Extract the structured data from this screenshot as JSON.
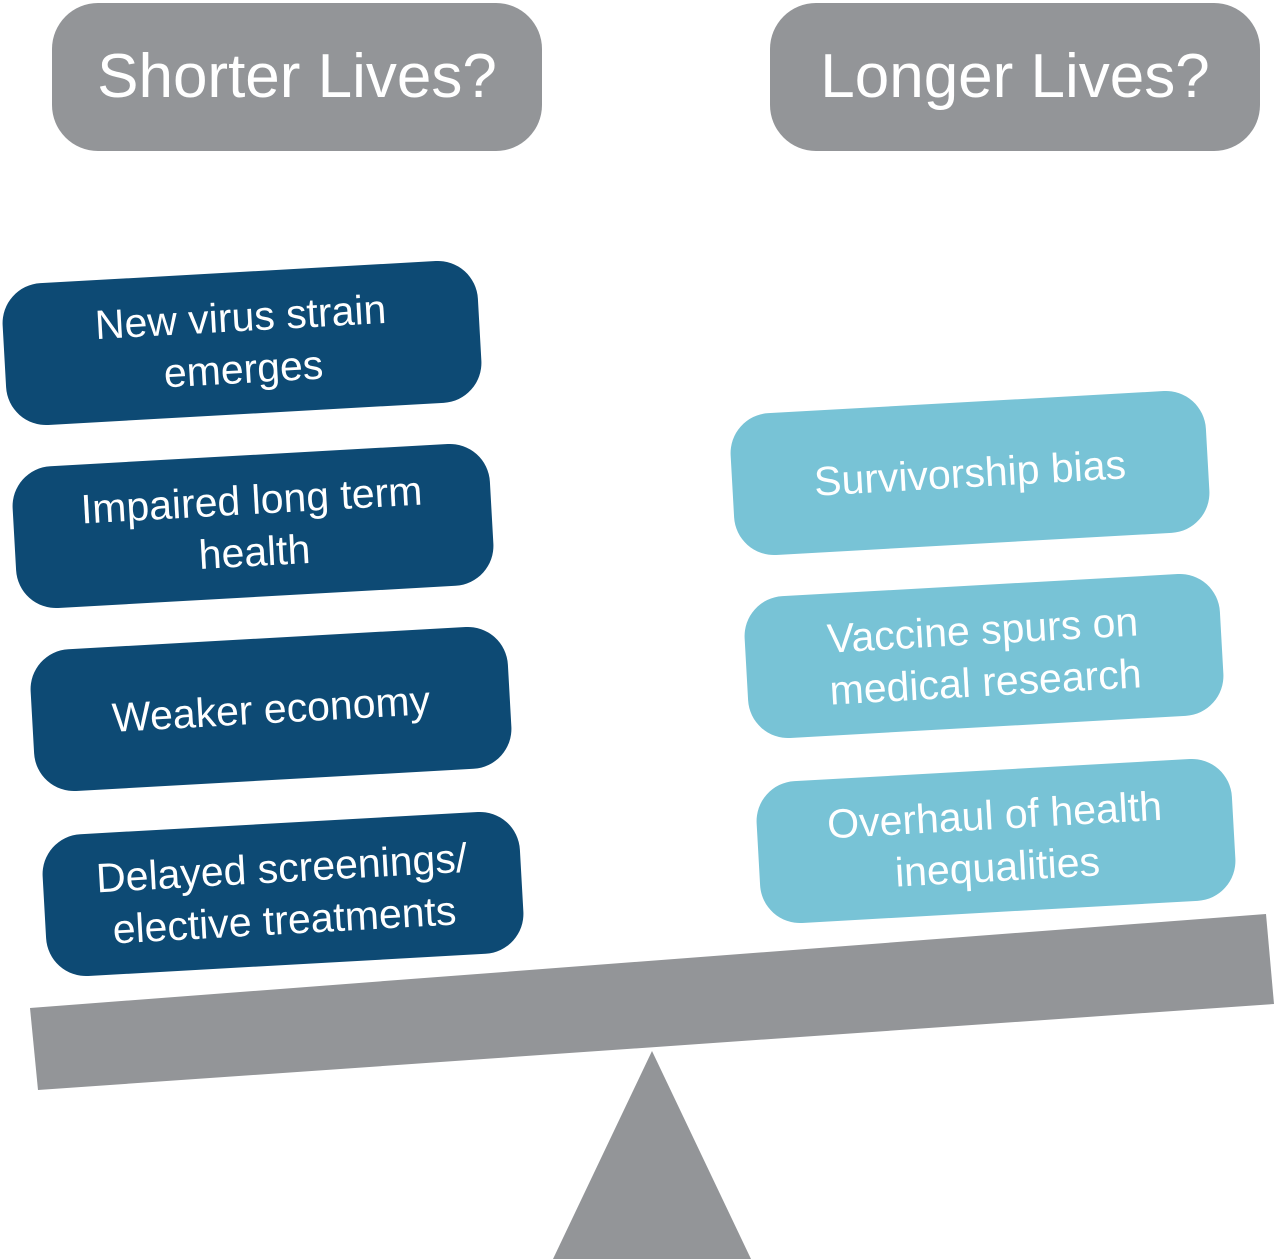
{
  "headers": {
    "left": "Shorter Lives?",
    "right": "Longer Lives?"
  },
  "shorter_factors": [
    {
      "lines": [
        "New virus strain",
        "emerges"
      ]
    },
    {
      "lines": [
        "Impaired long term",
        "health"
      ]
    },
    {
      "lines": [
        "Weaker economy"
      ]
    },
    {
      "lines": [
        "Delayed screenings/",
        "elective treatments"
      ]
    }
  ],
  "longer_factors": [
    {
      "lines": [
        "Survivorship bias"
      ]
    },
    {
      "lines": [
        "Vaccine spurs on",
        "medical research"
      ]
    },
    {
      "lines": [
        "Overhaul of health",
        "inequalities"
      ]
    }
  ],
  "colors": {
    "header_gray": "#939598",
    "shorter_dark_blue": "#0d4a74",
    "longer_light_blue": "#78c3d6",
    "text_white": "#ffffff"
  }
}
